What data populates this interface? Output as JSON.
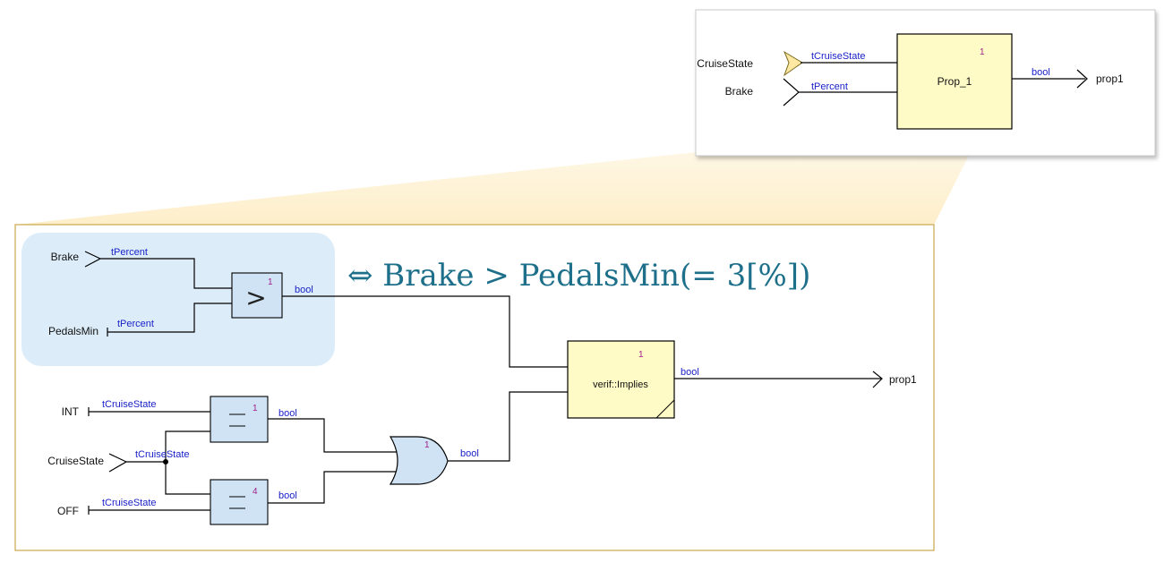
{
  "colors": {
    "wire": "#000000",
    "type_label": "#1a22c8",
    "instance_number": "#a0208a",
    "formula": "#1d6f8a",
    "operator_fill": "#cfe3f5",
    "property_fill": "#fffbc6",
    "highlight_fill": "#dcedf9",
    "frame_border": "#c9a64a"
  },
  "top_node": {
    "inputs": [
      {
        "name": "CruiseState",
        "type": "tCruiseState"
      },
      {
        "name": "Brake",
        "type": "tPercent"
      }
    ],
    "block_label": "Prop_1",
    "block_number": "1",
    "output_type": "bool",
    "output_name": "prop1"
  },
  "formula": "⇔ Brake > PedalsMin(= 3[%])",
  "detail": {
    "greater_op": {
      "inputs": [
        {
          "name": "Brake",
          "type": "tPercent"
        },
        {
          "name": "PedalsMin",
          "type": "tPercent"
        }
      ],
      "symbol": ">",
      "number": "1",
      "output_type": "bool"
    },
    "equals_ops": [
      {
        "const": "INT",
        "type": "tCruiseState",
        "number": "1",
        "output_type": "bool"
      },
      {
        "const": "OFF",
        "type": "tCruiseState",
        "number": "4",
        "output_type": "bool"
      }
    ],
    "cruise_input": {
      "name": "CruiseState",
      "type": "tCruiseState"
    },
    "or_gate": {
      "number": "1",
      "output_type": "bool"
    },
    "implies_block": {
      "label": "verif::Implies",
      "number": "1",
      "output_type": "bool"
    },
    "output_name": "prop1"
  }
}
